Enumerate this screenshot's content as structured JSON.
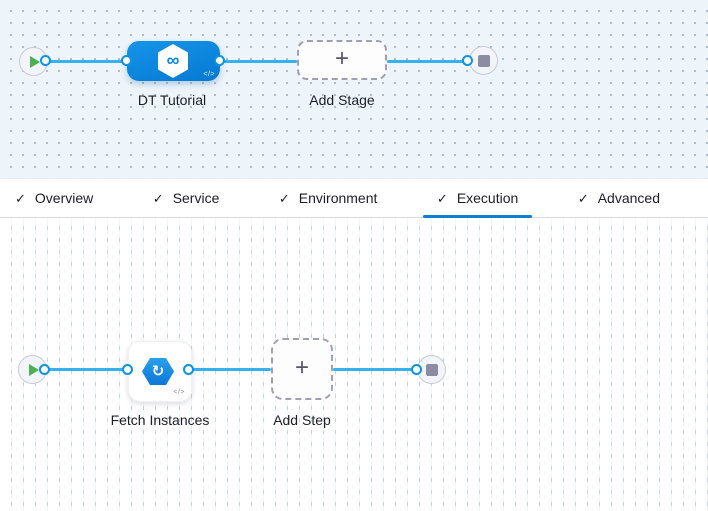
{
  "colors": {
    "canvas_top_bg": "#edf4fa",
    "edge_blue": "#35b1ef",
    "stage_node_blue": "#0b87e0",
    "tab_underline_blue": "#0f7dd6",
    "play_green": "#4caf50",
    "end_square_gray": "#8c8da3",
    "dashed_border_gray": "#9fa0b5",
    "text_dark": "#1d1e27"
  },
  "icons": {
    "check": "✓",
    "plus": "+",
    "infinity": "∞",
    "sync": "↻",
    "code": "</>"
  },
  "stage_pipeline": {
    "stage_label": "DT Tutorial",
    "add_stage_label": "Add Stage"
  },
  "tab_bar": {
    "tabs": [
      {
        "label": "Overview",
        "checked": true,
        "active": false
      },
      {
        "label": "Service",
        "checked": true,
        "active": false
      },
      {
        "label": "Environment",
        "checked": true,
        "active": false
      },
      {
        "label": "Execution",
        "checked": true,
        "active": true
      },
      {
        "label": "Advanced",
        "checked": true,
        "active": false
      }
    ]
  },
  "execution_graph": {
    "step_label": "Fetch Instances",
    "add_step_label": "Add Step"
  }
}
